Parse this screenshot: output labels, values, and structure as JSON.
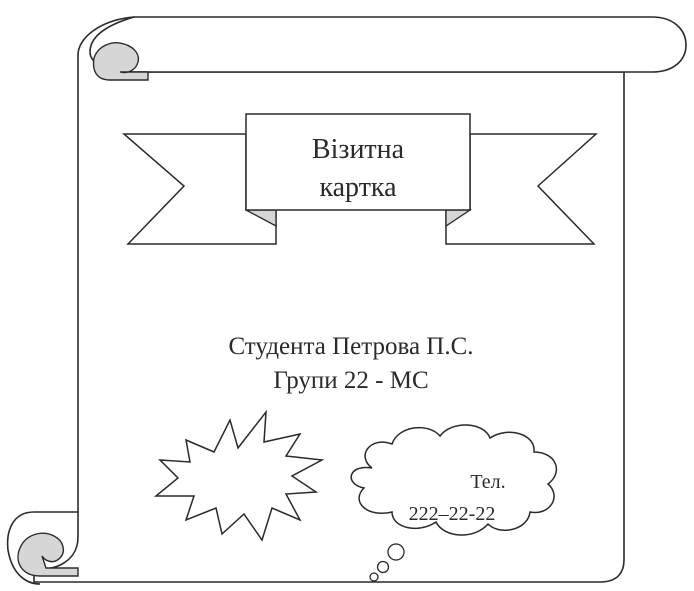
{
  "banner": {
    "line1": "Візитна",
    "line2": "картка"
  },
  "student": {
    "line1": "Студента Петрова П.С.",
    "line2": "Групи 22 - МС"
  },
  "thought_bubble": {
    "line1": "Тел.",
    "line2": "222–22-22"
  },
  "colors": {
    "stroke": "#2a2a2a",
    "shade": "#d6d6d6",
    "background": "#ffffff"
  }
}
